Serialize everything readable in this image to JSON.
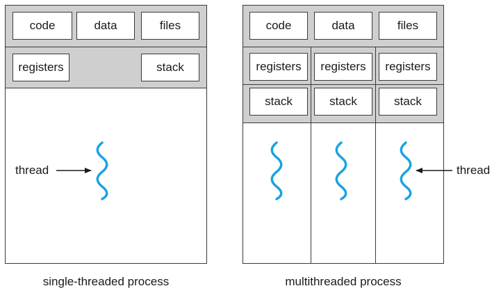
{
  "single": {
    "caption": "single-threaded process",
    "shared": [
      "code",
      "data",
      "files"
    ],
    "registers": "registers",
    "stack": "stack",
    "thread_label": "thread"
  },
  "multi": {
    "caption": "multithreaded process",
    "shared": [
      "code",
      "data",
      "files"
    ],
    "registers": [
      "registers",
      "registers",
      "registers"
    ],
    "stacks": [
      "stack",
      "stack",
      "stack"
    ],
    "thread_label": "thread"
  },
  "colors": {
    "thread": "#1aa3e0",
    "band": "#cfcfcf",
    "line": "#3a3a3a"
  }
}
